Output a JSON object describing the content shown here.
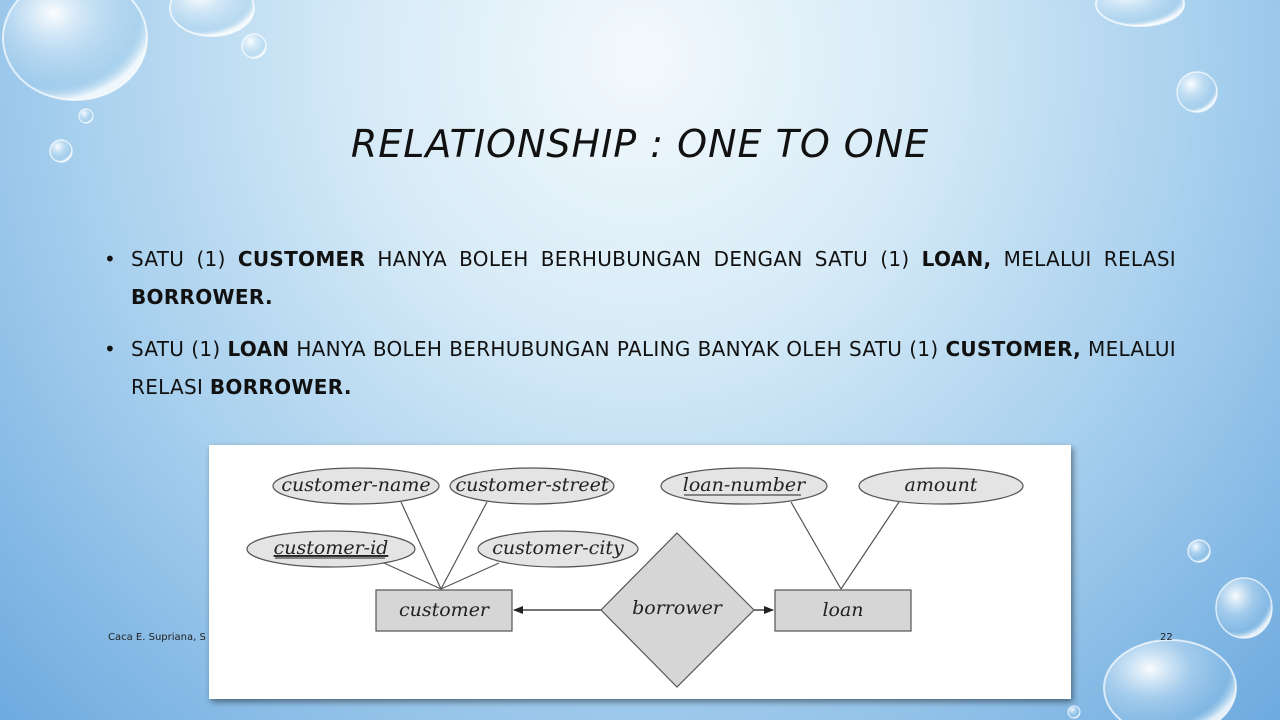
{
  "slide": {
    "title": "RELATIONSHIP : ONE TO ONE",
    "bullets": [
      {
        "marker": "•",
        "parts": [
          "SATU (1) ",
          "CUSTOMER",
          " HANYA BOLEH BERHUBUNGAN DENGAN SATU (1) ",
          "LOAN,",
          " MELALUI RELASI ",
          "BORROWER."
        ]
      },
      {
        "marker": "•",
        "parts": [
          "SATU (1) ",
          "LOAN",
          " HANYA BOLEH BERHUBUNGAN PALING BANYAK OLEH SATU (1) ",
          "CUSTOMER,",
          " MELALUI RELASI ",
          "BORROWER."
        ]
      }
    ],
    "footer_left": "Caca E. Supriana, S",
    "page_number": "22"
  },
  "diagram": {
    "entities": {
      "left": "customer",
      "right": "loan"
    },
    "relationship": "borrower",
    "attributes": {
      "customer_name": "customer-name",
      "customer_street": "customer-street",
      "customer_id": "customer-id",
      "customer_city": "customer-city",
      "loan_number": "loan-number",
      "amount": "amount"
    },
    "key_attributes": [
      "customer-id",
      "loan-number"
    ],
    "colors": {
      "shape_fill": "#d6d6d6",
      "ellipse_fill": "#e4e4e4",
      "stroke": "#555555"
    }
  }
}
